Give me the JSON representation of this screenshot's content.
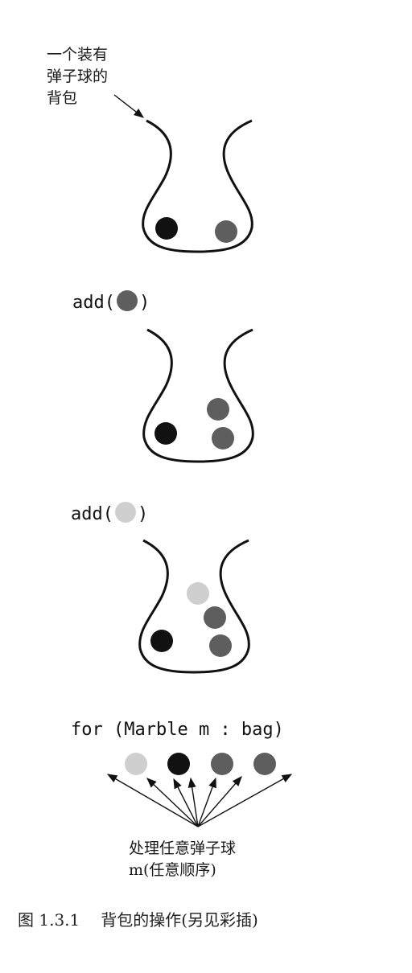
{
  "bag_label": [
    "一个装有",
    "弹子球的",
    "背包"
  ],
  "op1": {
    "name": "add",
    "marble_color": "#5e5e5e"
  },
  "op2": {
    "name": "add",
    "marble_color": "#cfcfcf"
  },
  "loop_code": "for (Marble m : bag)",
  "loop_marbles": [
    "#cfcfcf",
    "#111111",
    "#5e5e5e",
    "#5e5e5e"
  ],
  "process_label": [
    "处理任意弹子球",
    "m(任意顺序)"
  ],
  "caption": {
    "number": "图 1.3.1",
    "text": "背包的操作(另见彩插)"
  },
  "colors": {
    "dark": "#111111",
    "mid": "#5e5e5e",
    "light": "#cfcfcf",
    "line": "#111111"
  }
}
